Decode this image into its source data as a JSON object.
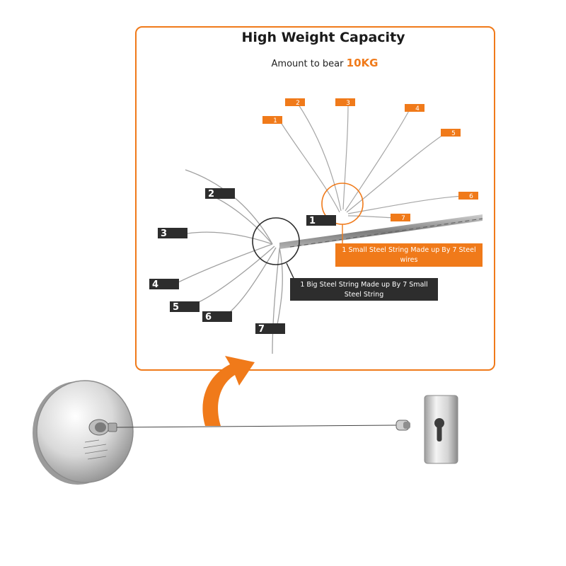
{
  "header": {
    "title": "High Weight Capacity",
    "subtitle_prefix": "Amount to bear",
    "subtitle_value": "10KG"
  },
  "colors": {
    "accent": "#f07a1a",
    "dark_label": "#2d2d2d",
    "steel": "#9a9a9a"
  },
  "small_string_labels": [
    "1",
    "2",
    "3",
    "4",
    "5",
    "6",
    "7"
  ],
  "big_string_labels": [
    "1",
    "2",
    "3",
    "4",
    "5",
    "6",
    "7"
  ],
  "captions": {
    "small_string": "1 Small Steel String Made up By 7 Steel wires",
    "big_string": "1 Big Steel String Made up By 7 Small Steel String"
  },
  "icons": {
    "arrow": "curved-arrow-icon",
    "reel": "retractable-reel-icon",
    "hook": "wall-hook-icon"
  }
}
